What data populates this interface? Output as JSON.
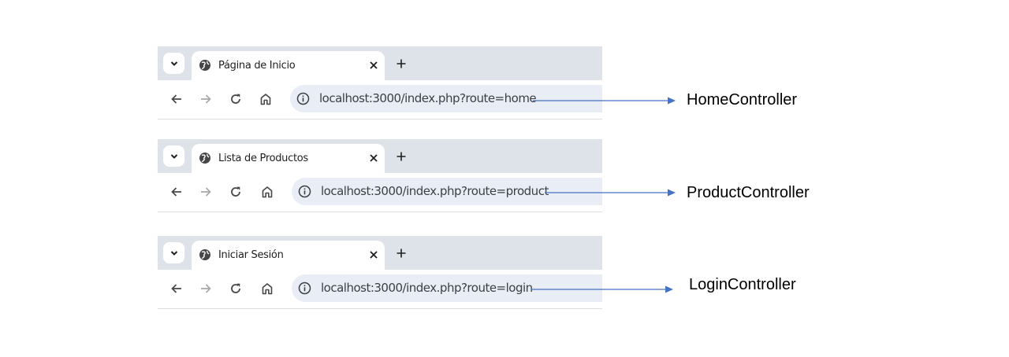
{
  "colors": {
    "tabstrip_bg": "#dee3ea",
    "omnibox_bg": "#e9eef6",
    "arrow": "#4472c4"
  },
  "icons": {
    "tab_menu": "chevron-down-icon",
    "tab_favicon": "globe-icon",
    "tab_close": "close-icon",
    "new_tab": "plus-icon",
    "back": "arrow-left-icon",
    "forward": "arrow-right-icon",
    "reload": "reload-icon",
    "home": "home-icon",
    "site_info": "info-icon"
  },
  "routes": [
    {
      "tab_title": "Página de Inicio",
      "url": "localhost:3000/index.php?route=home",
      "controller": "HomeController"
    },
    {
      "tab_title": "Lista de Productos",
      "url": "localhost:3000/index.php?route=product",
      "controller": "ProductController"
    },
    {
      "tab_title": "Iniciar Sesión",
      "url": "localhost:3000/index.php?route=login",
      "controller": "LoginController"
    }
  ]
}
